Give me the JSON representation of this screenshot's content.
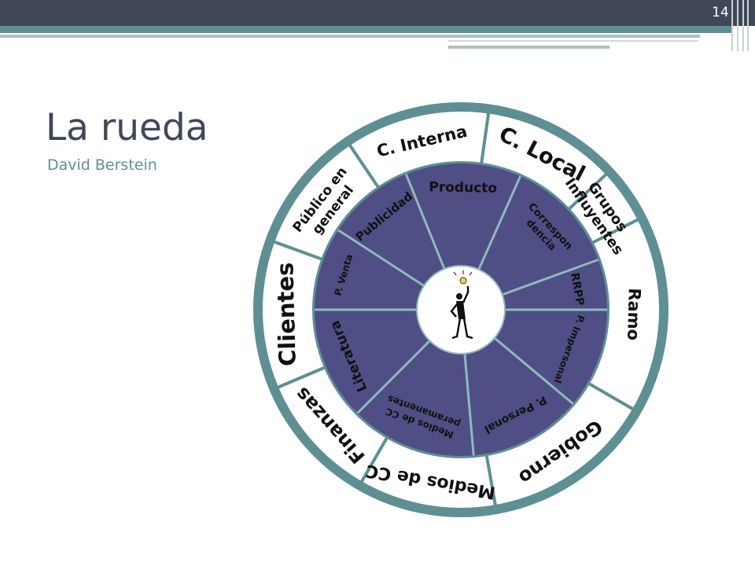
{
  "slide": {
    "number": "14",
    "title": "La rueda",
    "subtitle": "David Berstein"
  },
  "wheel": {
    "center_icon": "stick-figure-lightbulb-icon",
    "colors": {
      "ring": "#5e8f93",
      "outer_fill": "#ffffff",
      "inner_fill": "#4f4e85",
      "inner_divider": "#8fb9bd",
      "center_fill": "#ffffff"
    },
    "outer_segments": [
      {
        "label": "C. Local"
      },
      {
        "label": "Grupos",
        "label2": "Influyentes"
      },
      {
        "label": "Ramo"
      },
      {
        "label": "Gobierno"
      },
      {
        "label": "Medios de CC"
      },
      {
        "label": "Finanzas"
      },
      {
        "label": "Clientes"
      },
      {
        "label": "Público en",
        "label2": "general"
      },
      {
        "label": "C. Interna"
      }
    ],
    "inner_segments": [
      {
        "label": "Producto"
      },
      {
        "label": "Correspon",
        "label2": "dencia"
      },
      {
        "label": "RRPP"
      },
      {
        "label": "P. Impersonal"
      },
      {
        "label": "P. Personal"
      },
      {
        "label": "Medios de CC",
        "label2": "peramanentes"
      },
      {
        "label": "Literatura"
      },
      {
        "label": "P. Venta"
      },
      {
        "label": "Publicidad"
      }
    ]
  }
}
